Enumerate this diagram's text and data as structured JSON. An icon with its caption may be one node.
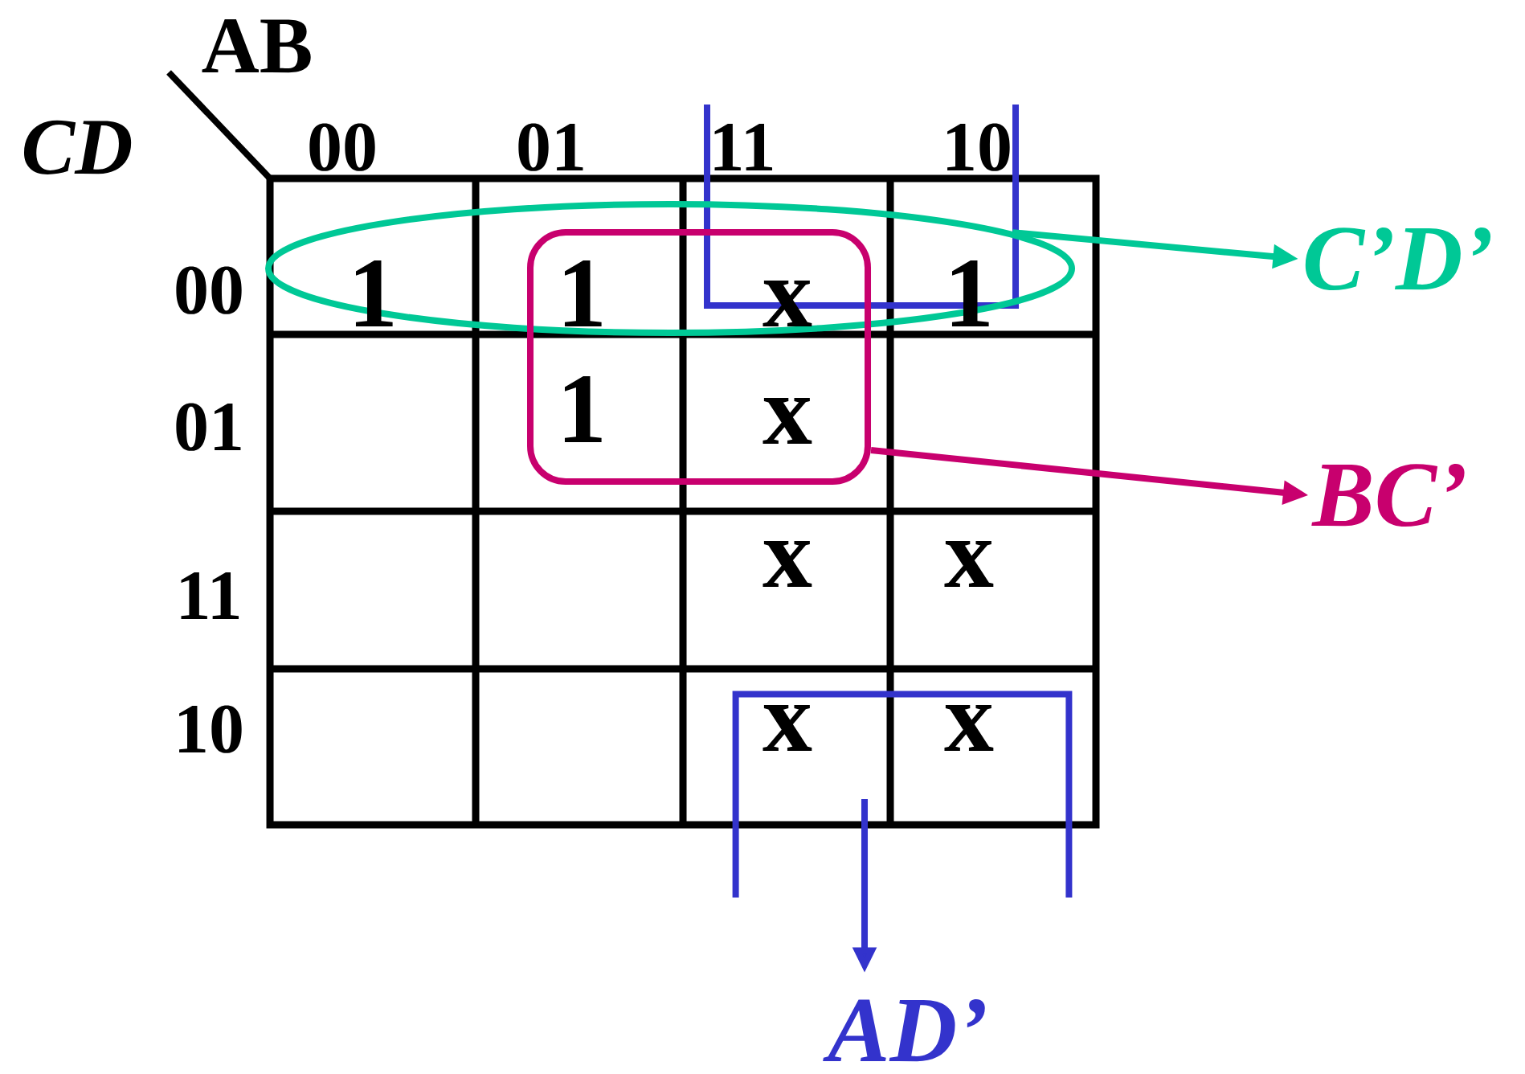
{
  "diagram": {
    "nodes": [
      {
        "text": [],
        "shape": "ellipse"
      },
      {
        "text": [],
        "shape": "box"
      },
      {
        "text": [],
        "shape": "bracket"
      },
      {
        "text": [
          "C’D’"
        ]
      },
      {
        "text": [
          "BC’"
        ]
      },
      {
        "text": [
          "AD’"
        ]
      }
    ],
    "edges": [
      {
        "from": 0,
        "to": 3,
        "arrow": "to",
        "color": "#00c896"
      },
      {
        "from": 1,
        "to": 4,
        "arrow": "to",
        "color": "#c8006e"
      },
      {
        "from": 2,
        "to": 5,
        "arrow": "to",
        "color": "#3333cc"
      }
    ],
    "labels": [
      "AB",
      "CD",
      "00",
      "01",
      "11",
      "10",
      "00",
      "1",
      "1",
      "x",
      "1",
      "01",
      "1",
      "x",
      "11",
      "x",
      "x",
      "10",
      "x",
      "x"
    ]
  }
}
